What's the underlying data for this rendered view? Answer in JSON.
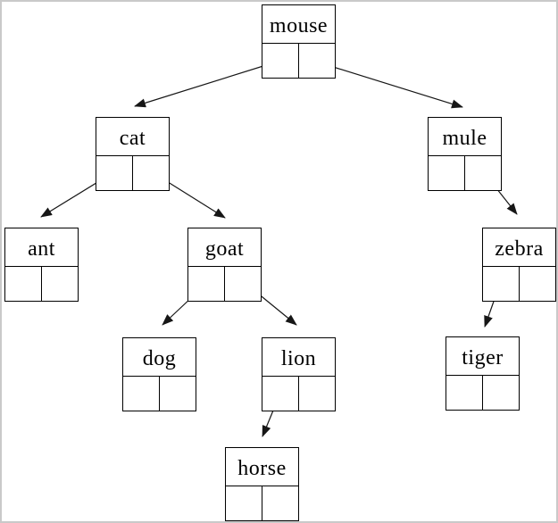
{
  "page": {
    "background": "#ffffff",
    "border_color": "#c9c9c9"
  },
  "diagram": {
    "type": "binary-tree",
    "node_style": "record with name field above left/right pointer cells",
    "line_color": "#000000",
    "text_color": "#000000",
    "labels": {
      "mouse": "mouse",
      "cat": "cat",
      "mule": "mule",
      "ant": "ant",
      "goat": "goat",
      "zebra": "zebra",
      "dog": "dog",
      "lion": "lion",
      "tiger": "tiger",
      "horse": "horse"
    },
    "edges": [
      {
        "from": "mouse",
        "via": "left-pointer",
        "to": "cat"
      },
      {
        "from": "mouse",
        "via": "right-pointer",
        "to": "mule"
      },
      {
        "from": "cat",
        "via": "left-pointer",
        "to": "ant"
      },
      {
        "from": "cat",
        "via": "right-pointer",
        "to": "goat"
      },
      {
        "from": "goat",
        "via": "left-pointer",
        "to": "dog"
      },
      {
        "from": "goat",
        "via": "right-pointer",
        "to": "lion"
      },
      {
        "from": "lion",
        "via": "left-pointer",
        "to": "horse"
      },
      {
        "from": "mule",
        "via": "right-pointer",
        "to": "zebra"
      },
      {
        "from": "zebra",
        "via": "left-pointer",
        "to": "tiger"
      }
    ]
  }
}
